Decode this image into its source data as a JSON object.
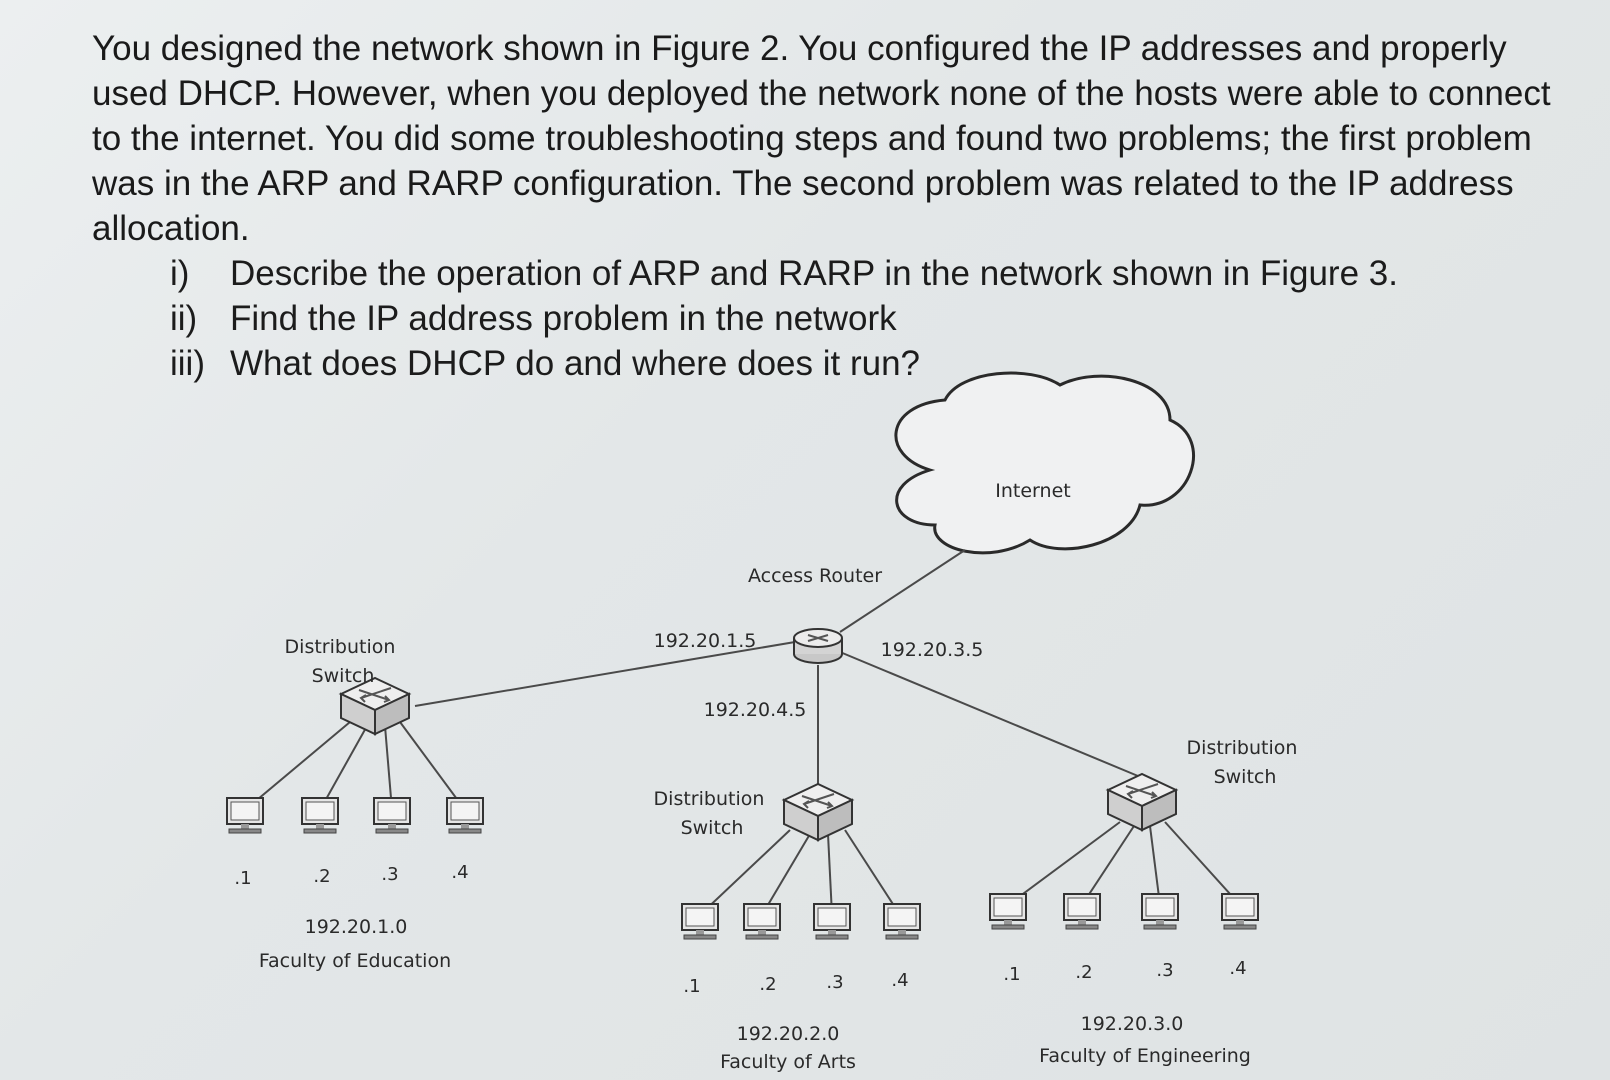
{
  "question": {
    "intro": "You designed the network shown in Figure 2. You configured the IP addresses and properly used DHCP. However, when you deployed the network none of the hosts were able to connect to the internet. You did some troubleshooting steps and found two problems; the first problem was in the ARP and RARP configuration. The second problem was related to the IP address allocation.",
    "items": [
      {
        "num": "i)",
        "text": "Describe the operation of ARP and RARP in the network shown in Figure 3."
      },
      {
        "num": "ii)",
        "text": "Find the IP address problem in the network"
      },
      {
        "num": "iii)",
        "text": "What does DHCP do and where does it run?"
      }
    ]
  },
  "diagram": {
    "cloud_label": "Internet",
    "router_label": "Access Router",
    "router_interfaces": {
      "education": "192.20.1.5",
      "arts": "192.20.4.5",
      "engineering": "192.20.3.5"
    },
    "switch_label_line1": "Distribution",
    "switch_label_line2": "Switch",
    "networks": [
      {
        "address": "192.20.1.0",
        "name": "Faculty of Education",
        "hosts": [
          ".1",
          ".2",
          ".3",
          ".4"
        ]
      },
      {
        "address": "192.20.2.0",
        "name": "Faculty of Arts",
        "hosts": [
          ".1",
          ".2",
          ".3",
          ".4"
        ]
      },
      {
        "address": "192.20.3.0",
        "name": "Faculty of Engineering",
        "hosts": [
          ".1",
          ".2",
          ".3",
          ".4"
        ]
      }
    ]
  },
  "colors": {
    "line": "#4a4a4a",
    "device_fill": "#d9d9d9",
    "device_stroke": "#333333",
    "text": "#2a2a2a"
  }
}
